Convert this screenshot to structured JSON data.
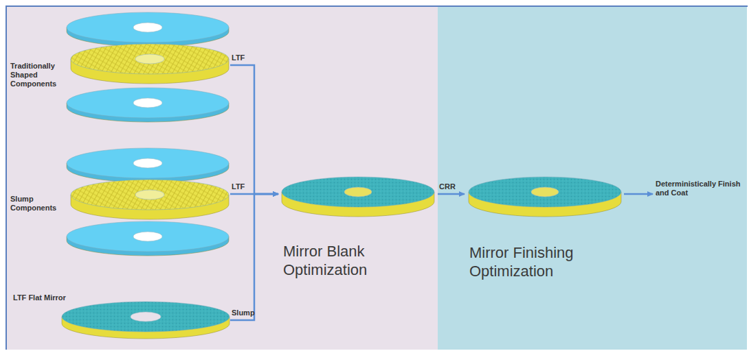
{
  "diagram": {
    "nodes": [
      {
        "text": [
          "Traditionally Shaped Components"
        ]
      },
      {
        "text": [
          "Slump Components"
        ]
      },
      {
        "text": [
          "LTF Flat Mirror"
        ]
      },
      {
        "text": [
          "Mirror Blank Optimization"
        ]
      },
      {
        "text": [
          "Mirror Finishing Optimization"
        ]
      },
      {
        "text": [
          "Deterministically Finish and Coat"
        ]
      }
    ],
    "edges": [
      {
        "from": 0,
        "to": 3,
        "label": "LTF",
        "arrow": "to"
      },
      {
        "from": 1,
        "to": 3,
        "label": "LTF",
        "arrow": "to"
      },
      {
        "from": 2,
        "to": 3,
        "label": "Slump",
        "arrow": "to"
      },
      {
        "from": 3,
        "to": 4,
        "label": "CRR",
        "arrow": "to"
      },
      {
        "from": 4,
        "to": 5,
        "arrow": "to"
      }
    ]
  }
}
